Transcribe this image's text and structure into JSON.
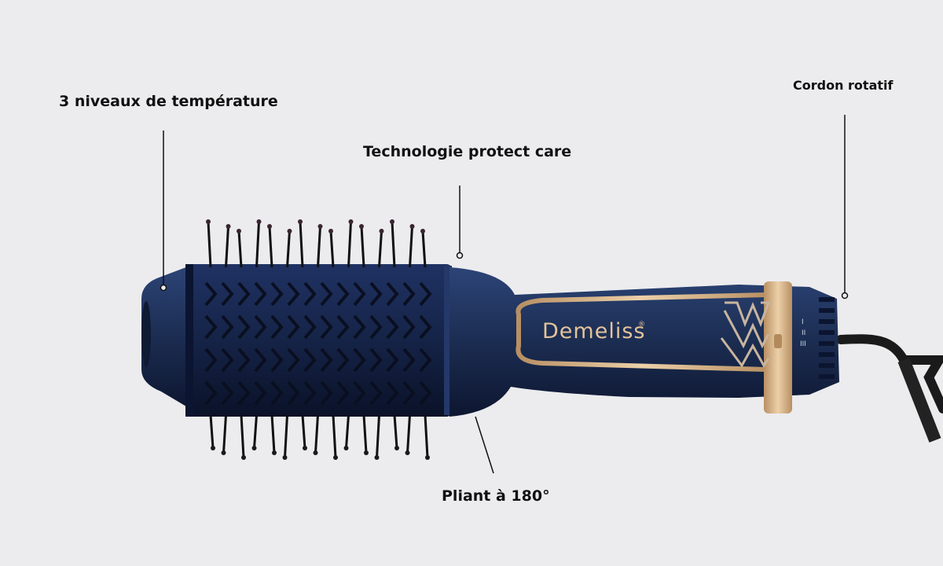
{
  "callouts": {
    "temperature": "3 niveaux de température",
    "technology": "Technologie protect care",
    "cord": "Cordon rotatif",
    "folding": "Pliant à 180°"
  },
  "product": {
    "brand_logo_text": "Demeliss",
    "registered_mark": "®",
    "speed_markings": [
      "I",
      "II",
      "III"
    ]
  },
  "colors": {
    "background": "#ececee",
    "body_navy": "#1d2f55",
    "body_dark": "#0f1a33",
    "gold_accent": "#d8b48a",
    "bristle": "#111111",
    "text": "#111111"
  },
  "icons": {
    "logo": "wonder-woman-w-icon"
  }
}
